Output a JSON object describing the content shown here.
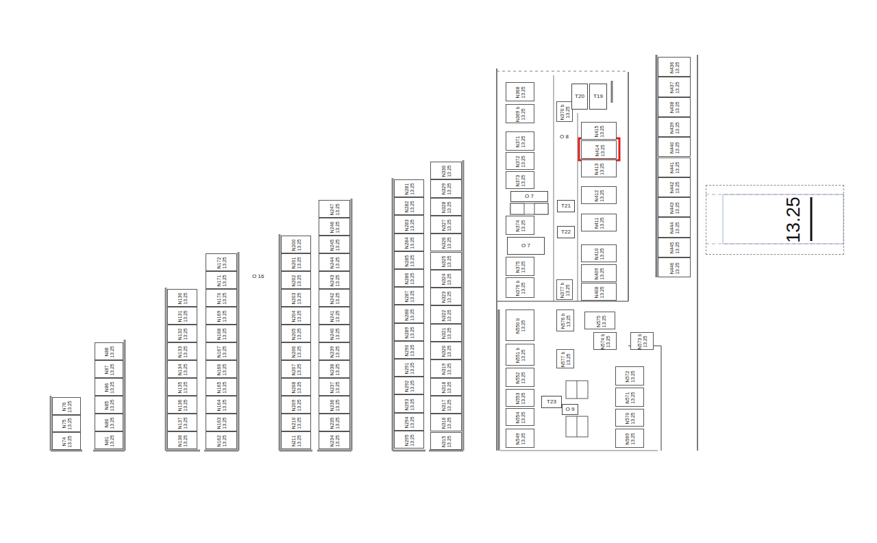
{
  "diagram": {
    "nodes": [
      {
        "text": [
          "N76",
          "13.25"
        ]
      },
      {
        "text": [
          "N75",
          "13.25"
        ]
      },
      {
        "text": [
          "N74",
          "13.25"
        ]
      },
      {
        "text": [
          "N88",
          "13.25"
        ]
      },
      {
        "text": [
          "N87",
          "13.25"
        ]
      },
      {
        "text": [
          "N86",
          "13.25"
        ]
      },
      {
        "text": [
          "N85",
          "13.25"
        ]
      },
      {
        "text": [
          "N80",
          "13.25"
        ]
      },
      {
        "text": [
          "N81",
          "13.25"
        ]
      },
      {
        "text": [
          "N130",
          "13.25"
        ]
      },
      {
        "text": [
          "N131",
          "13.25"
        ]
      },
      {
        "text": [
          "N132",
          "13.25"
        ]
      },
      {
        "text": [
          "N133",
          "13.25"
        ]
      },
      {
        "text": [
          "N134",
          "13.25"
        ]
      },
      {
        "text": [
          "N135",
          "13.25"
        ]
      },
      {
        "text": [
          "N136",
          "13.25"
        ]
      },
      {
        "text": [
          "N137",
          "13.25"
        ]
      },
      {
        "text": [
          "N138",
          "13.25"
        ]
      },
      {
        "text": [
          "N172",
          "13.25"
        ]
      },
      {
        "text": [
          "N171",
          "13.25"
        ]
      },
      {
        "text": [
          "N170",
          "13.25"
        ]
      },
      {
        "text": [
          "N169",
          "13.25"
        ]
      },
      {
        "text": [
          "N168",
          "13.25"
        ]
      },
      {
        "text": [
          "N167",
          "13.25"
        ]
      },
      {
        "text": [
          "N166",
          "13.25"
        ]
      },
      {
        "text": [
          "N165",
          "13.25"
        ]
      },
      {
        "text": [
          "N164",
          "13.25"
        ]
      },
      {
        "text": [
          "N163",
          "13.25"
        ]
      },
      {
        "text": [
          "N162",
          "13.25"
        ]
      },
      {
        "text": [
          "N200",
          "13.25"
        ]
      },
      {
        "text": [
          "N201",
          "13.25"
        ]
      },
      {
        "text": [
          "N202",
          "13.25"
        ]
      },
      {
        "text": [
          "N203",
          "13.25"
        ]
      },
      {
        "text": [
          "N204",
          "13.25"
        ]
      },
      {
        "text": [
          "N205",
          "13.25"
        ]
      },
      {
        "text": [
          "N206",
          "13.25"
        ]
      },
      {
        "text": [
          "N207",
          "13.25"
        ]
      },
      {
        "text": [
          "N208",
          "13.25"
        ]
      },
      {
        "text": [
          "N209",
          "13.25"
        ]
      },
      {
        "text": [
          "N210",
          "13.25"
        ]
      },
      {
        "text": [
          "N211",
          "13.25"
        ]
      },
      {
        "text": [
          "N247",
          "13.25"
        ]
      },
      {
        "text": [
          "N246",
          "13.25"
        ]
      },
      {
        "text": [
          "N245",
          "13.25"
        ]
      },
      {
        "text": [
          "N244",
          "13.25"
        ]
      },
      {
        "text": [
          "N243",
          "13.25"
        ]
      },
      {
        "text": [
          "N242",
          "13.25"
        ]
      },
      {
        "text": [
          "N241",
          "13.25"
        ]
      },
      {
        "text": [
          "N240",
          "13.25"
        ]
      },
      {
        "text": [
          "N239",
          "13.25"
        ]
      },
      {
        "text": [
          "N238",
          "13.25"
        ]
      },
      {
        "text": [
          "N237",
          "13.25"
        ]
      },
      {
        "text": [
          "N236",
          "13.25"
        ]
      },
      {
        "text": [
          "N235",
          "13.25"
        ]
      },
      {
        "text": [
          "N234",
          "13.25"
        ]
      },
      {
        "text": [
          "N281",
          "13.25"
        ]
      },
      {
        "text": [
          "N282",
          "13.25"
        ]
      },
      {
        "text": [
          "N283",
          "13.25"
        ]
      },
      {
        "text": [
          "N284",
          "13.25"
        ]
      },
      {
        "text": [
          "N285",
          "13.25"
        ]
      },
      {
        "text": [
          "N286",
          "13.25"
        ]
      },
      {
        "text": [
          "N287",
          "13.25"
        ]
      },
      {
        "text": [
          "N288",
          "13.25"
        ]
      },
      {
        "text": [
          "N289",
          "13.25"
        ]
      },
      {
        "text": [
          "N290",
          "13.25"
        ]
      },
      {
        "text": [
          "N291",
          "13.25"
        ]
      },
      {
        "text": [
          "N292",
          "13.25"
        ]
      },
      {
        "text": [
          "N293",
          "13.25"
        ]
      },
      {
        "text": [
          "N294",
          "13.25"
        ]
      },
      {
        "text": [
          "N295",
          "13.25"
        ]
      },
      {
        "text": [
          "N330",
          "13.25"
        ]
      },
      {
        "text": [
          "N329",
          "13.25"
        ]
      },
      {
        "text": [
          "N328",
          "13.25"
        ]
      },
      {
        "text": [
          "N327",
          "13.25"
        ]
      },
      {
        "text": [
          "N326",
          "13.25"
        ]
      },
      {
        "text": [
          "N325",
          "13.25"
        ]
      },
      {
        "text": [
          "N324",
          "13.25"
        ]
      },
      {
        "text": [
          "N323",
          "13.25"
        ]
      },
      {
        "text": [
          "N322",
          "13.25"
        ]
      },
      {
        "text": [
          "N321",
          "13.25"
        ]
      },
      {
        "text": [
          "N320",
          "13.25"
        ]
      },
      {
        "text": [
          "N319",
          "13.25"
        ]
      },
      {
        "text": [
          "N318",
          "13.25"
        ]
      },
      {
        "text": [
          "N317",
          "13.25"
        ]
      },
      {
        "text": [
          "N316",
          "13.25"
        ]
      },
      {
        "text": [
          "N315",
          "13.25"
        ]
      },
      {
        "text": [
          "N368",
          "13.25"
        ]
      },
      {
        "text": [
          "N369 b",
          "13.25"
        ]
      },
      {
        "text": [
          "N371",
          "13.25"
        ]
      },
      {
        "text": [
          "N372",
          "13.25"
        ]
      },
      {
        "text": [
          "N373",
          "13.25"
        ]
      },
      {
        "text": [
          "N374",
          "13.25"
        ]
      },
      {
        "text": [
          "N375",
          "13.25"
        ]
      },
      {
        "text": [
          "N376 b",
          "13.25"
        ]
      },
      {
        "text": [
          "N370 b",
          "13.25"
        ]
      },
      {
        "text": [
          "N377 b",
          "13.25"
        ]
      },
      {
        "text": [
          "N415",
          "13.25"
        ]
      },
      {
        "text": [
          "N414",
          "13.25"
        ]
      },
      {
        "text": [
          "N413",
          "13.25"
        ]
      },
      {
        "text": [
          "N412",
          "13.25"
        ]
      },
      {
        "text": [
          "N411",
          "13.25"
        ]
      },
      {
        "text": [
          "N410",
          "13.25"
        ]
      },
      {
        "text": [
          "N409",
          "13.25"
        ]
      },
      {
        "text": [
          "N408",
          "13.25"
        ]
      },
      {
        "text": [
          "N550 b",
          "13.25"
        ]
      },
      {
        "text": [
          "N551 b",
          "13.25"
        ]
      },
      {
        "text": [
          "N552",
          "13.25"
        ]
      },
      {
        "text": [
          "N553",
          "13.25"
        ]
      },
      {
        "text": [
          "N554",
          "13.25"
        ]
      },
      {
        "text": [
          "N549",
          "13.25"
        ]
      },
      {
        "text": [
          "N576 b",
          "13.25"
        ]
      },
      {
        "text": [
          "N575",
          "13.25"
        ]
      },
      {
        "text": [
          "N574 b",
          "13.25"
        ]
      },
      {
        "text": [
          "N573 b",
          "13.25"
        ]
      },
      {
        "text": [
          "N577 b",
          "13.25"
        ]
      },
      {
        "text": [
          "N572",
          "13.25"
        ]
      },
      {
        "text": [
          "N571",
          "13.25"
        ]
      },
      {
        "text": [
          "N570",
          "13.25"
        ]
      },
      {
        "text": [
          "N569",
          "13.25"
        ]
      },
      {
        "text": [
          "N436",
          "13.25"
        ]
      },
      {
        "text": [
          "N437",
          "13.25"
        ]
      },
      {
        "text": [
          "N438",
          "13.25"
        ]
      },
      {
        "text": [
          "N439",
          "13.25"
        ]
      },
      {
        "text": [
          "N440",
          "13.25"
        ]
      },
      {
        "text": [
          "N441",
          "13.25"
        ]
      },
      {
        "text": [
          "N442",
          "13.25"
        ]
      },
      {
        "text": [
          "N443",
          "13.25"
        ]
      },
      {
        "text": [
          "N444",
          "13.25"
        ]
      },
      {
        "text": [
          "N445",
          "13.25"
        ]
      },
      {
        "text": [
          "N446",
          "13.25"
        ]
      },
      {
        "text": [
          "T20"
        ]
      },
      {
        "text": [
          "T19"
        ]
      },
      {
        "text": [
          "T21"
        ]
      },
      {
        "text": [
          "T22"
        ]
      },
      {
        "text": [
          "O 7"
        ]
      },
      {
        "text": [
          "O 7"
        ]
      },
      {
        "text": [
          "T23"
        ]
      },
      {
        "text": [
          "O 9"
        ]
      },
      {
        "text": [
          "13.25"
        ]
      }
    ],
    "labels": [
      "O 16",
      "O 8"
    ]
  }
}
